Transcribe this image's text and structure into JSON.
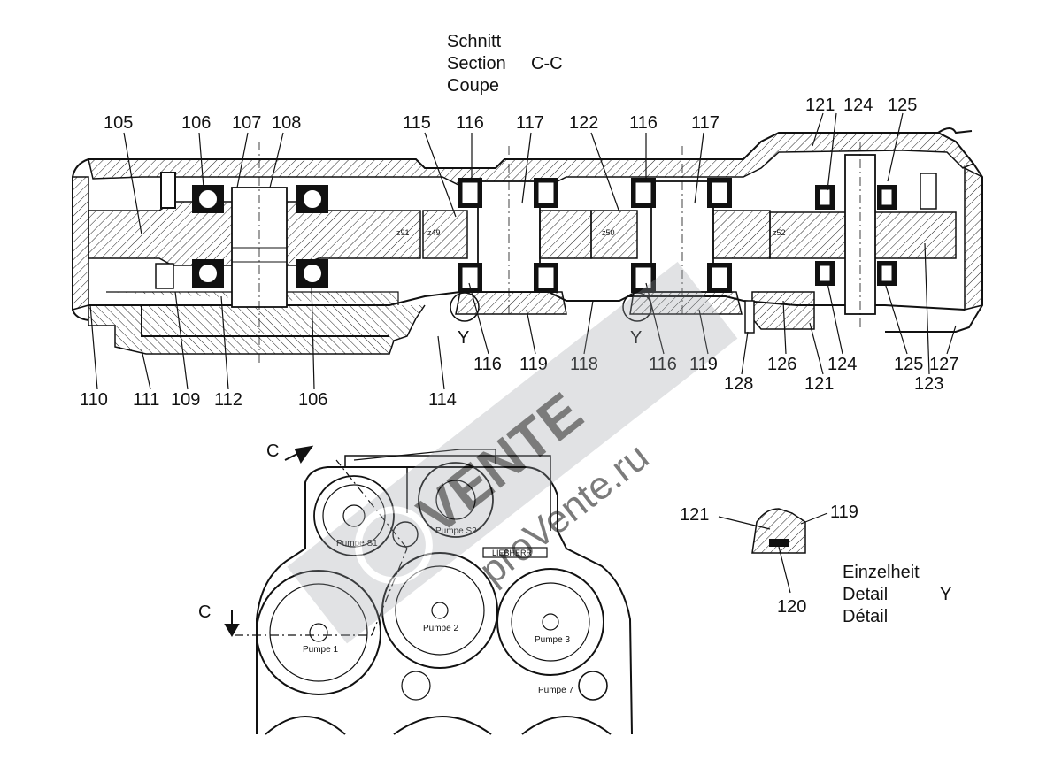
{
  "section_title": {
    "line1": "Schnitt",
    "line2": "Section",
    "line2_suffix": "C-C",
    "line3": "Coupe"
  },
  "detail_title": {
    "line1": "Einzelheit",
    "line2": "Detail",
    "line2_suffix": "Y",
    "line3": "Détail"
  },
  "top_labels": {
    "l105": "105",
    "l106a": "106",
    "l107": "107",
    "l108": "108",
    "l115": "115",
    "l116a": "116",
    "l117a": "117",
    "l122": "122",
    "l116b": "116",
    "l117b": "117",
    "l121a": "121",
    "l124a": "124",
    "l125a": "125"
  },
  "bottom_labels": {
    "l110": "110",
    "l111": "111",
    "l109": "109",
    "l112": "112",
    "l106b": "106",
    "l114": "114",
    "l116c": "116",
    "l119a": "119",
    "l118": "118",
    "l116d": "116",
    "l119b": "119",
    "l128": "128",
    "l126": "126",
    "l121b": "121",
    "l124b": "124",
    "l125b": "125",
    "l123": "123",
    "l127": "127"
  },
  "y_markers": {
    "y1": "Y",
    "y2": "Y"
  },
  "gear_marks": {
    "z91": "z91",
    "z49": "z49",
    "z50": "z50",
    "z52": "z52"
  },
  "pump_labels": {
    "s1": "Pumpe S1",
    "s2": "Pumpe S2",
    "p1": "Pumpe 1",
    "p2": "Pumpe 2",
    "p3": "Pumpe 3",
    "p7": "Pumpe 7"
  },
  "plate_label": "LIEBHERR",
  "cut_markers": {
    "c_top": "C",
    "c_left": "C"
  },
  "detail_labels": {
    "d121": "121",
    "d119": "119",
    "d120": "120"
  },
  "watermark": {
    "main": "VENTE",
    "sub": "proVente.ru"
  },
  "colors": {
    "ink": "#111111",
    "watermark": "#9aa0a6"
  }
}
